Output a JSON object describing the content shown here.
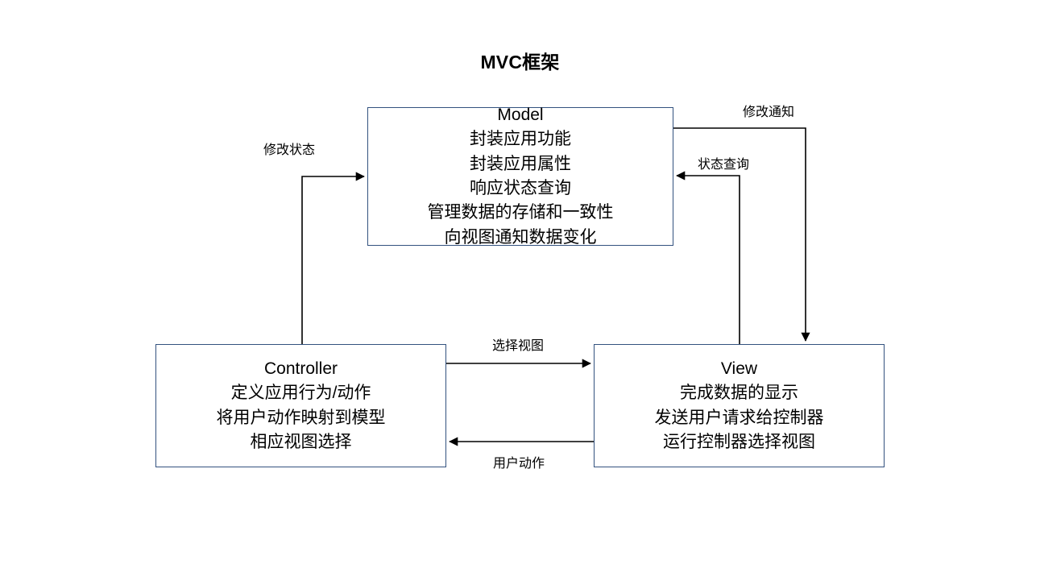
{
  "diagram": {
    "title": "MVC框架",
    "type": "block-diagram",
    "border_color": "#33527f",
    "line_color": "#000000",
    "background": "#ffffff"
  },
  "nodes": {
    "model": {
      "title": "Model",
      "lines": [
        "封装应用功能",
        "封装应用属性",
        "响应状态查询",
        "管理数据的存储和一致性",
        "向视图通知数据变化"
      ]
    },
    "controller": {
      "title": "Controller",
      "lines": [
        "定义应用行为/动作",
        "将用户动作映射到模型",
        "相应视图选择"
      ]
    },
    "view": {
      "title": "View",
      "lines": [
        "完成数据的显示",
        "发送用户请求给控制器",
        "运行控制器选择视图"
      ]
    }
  },
  "edges": {
    "change_state": {
      "label": "修改状态",
      "from": "controller",
      "to": "model"
    },
    "change_notify": {
      "label": "修改通知",
      "from": "model",
      "to": "view"
    },
    "state_query": {
      "label": "状态查询",
      "from": "view",
      "to": "model"
    },
    "select_view": {
      "label": "选择视图",
      "from": "controller",
      "to": "view"
    },
    "user_action": {
      "label": "用户动作",
      "from": "view",
      "to": "controller"
    }
  }
}
